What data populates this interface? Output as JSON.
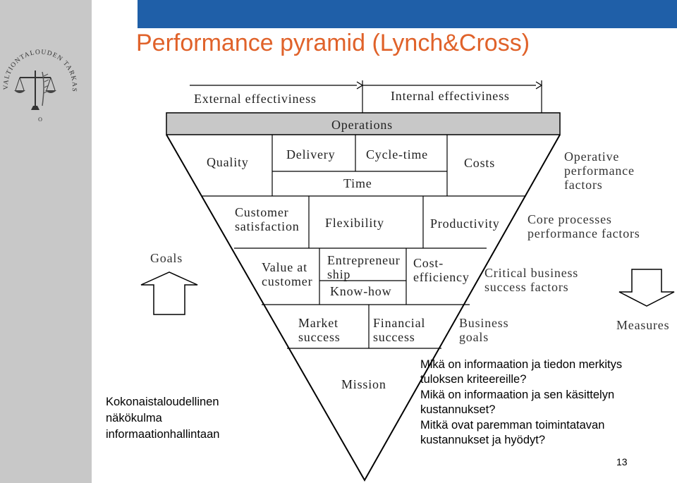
{
  "title": "Performance pyramid (Lynch&Cross)",
  "seal_text": "VALTIONTALOUDEN TARKASTUSVIRASTO",
  "pyramid": {
    "external": "External effectiviness",
    "internal": "Internal effectiviness",
    "operations": "Operations",
    "level1": {
      "quality": "Quality",
      "delivery": "Delivery",
      "cycle_time": "Cycle-time",
      "time": "Time",
      "costs": "Costs"
    },
    "level2": {
      "customer": [
        "Customer",
        "satisfaction"
      ],
      "flexibility": "Flexibility",
      "productivity": "Productivity"
    },
    "level3": {
      "value": [
        "Value at",
        "customer"
      ],
      "entrepreneurship": [
        "Entrepreneur",
        "ship"
      ],
      "knowhow": "Know-how",
      "cost_efficiency": [
        "Cost-",
        "efficiency"
      ]
    },
    "level4": {
      "market": [
        "Market",
        "success"
      ],
      "financial": [
        "Financial",
        "success"
      ]
    },
    "mission": "Mission"
  },
  "side_labels": {
    "operative": [
      "Operative",
      "performance",
      "factors"
    ],
    "core": [
      "Core processes",
      "performance factors"
    ],
    "critical": [
      "Critical business",
      "success factors"
    ],
    "business_goals": [
      "Business",
      "goals"
    ],
    "goals": "Goals",
    "measures": "Measures"
  },
  "left_text": [
    "Kokonaistaloudellinen",
    "näkökulma",
    "informaationhallintaan"
  ],
  "questions": [
    "Mikä on informaation ja tiedon merkitys",
    "tuloksen kriteereille?",
    "Mikä on informaation ja sen käsittelyn",
    "kustannukset?",
    "Mitkä ovat paremman toimintatavan",
    "kustannukset ja hyödyt?"
  ],
  "page_number": "13",
  "colors": {
    "title": "#e0622a",
    "top_band": "#1f5fa8",
    "left_band": "#c8c8c8",
    "operations_bar": "#c8c8c8"
  }
}
